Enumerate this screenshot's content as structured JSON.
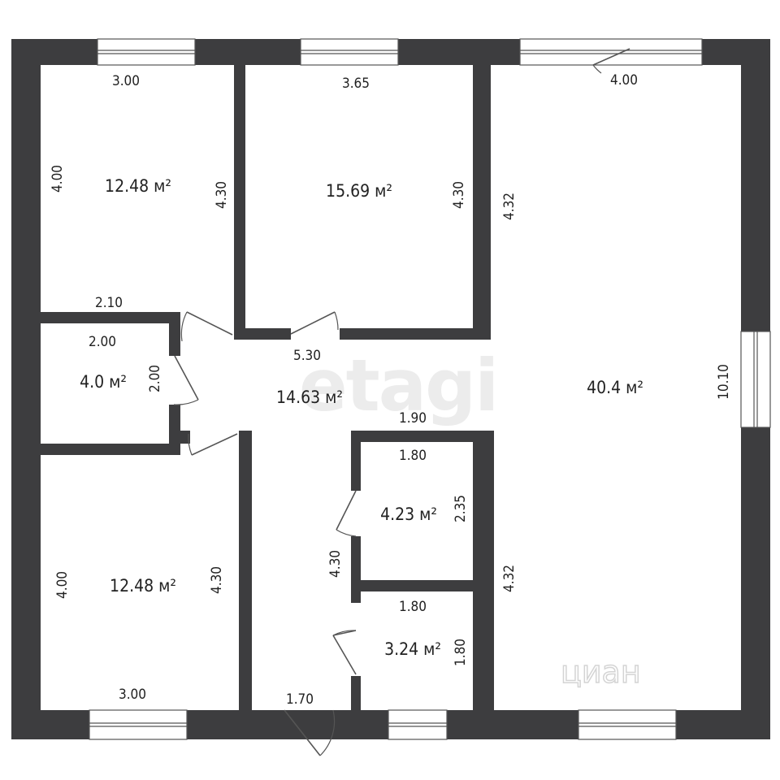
{
  "watermarks": {
    "etagi": "etagi",
    "cian": "циан"
  },
  "rooms": [
    {
      "id": "bedroom-top-left",
      "area": "12.48 м²"
    },
    {
      "id": "bedroom-top-middle",
      "area": "15.69 м²"
    },
    {
      "id": "living-right",
      "area": "40.4 м²"
    },
    {
      "id": "storage-left",
      "area": "4.0 м²"
    },
    {
      "id": "hallway",
      "area": "14.63 м²"
    },
    {
      "id": "bathroom-upper",
      "area": "4.23 м²"
    },
    {
      "id": "bathroom-lower",
      "area": "3.24 м²"
    },
    {
      "id": "bedroom-bottom-left",
      "area": "12.48 м²"
    }
  ],
  "dimensions": [
    {
      "id": "tl-top",
      "label": "3.00"
    },
    {
      "id": "tl-left",
      "label": "4.00"
    },
    {
      "id": "tl-right",
      "label": "4.30"
    },
    {
      "id": "tl-bottom",
      "label": "2.10"
    },
    {
      "id": "tm-top",
      "label": "3.65"
    },
    {
      "id": "tm-right",
      "label": "4.30"
    },
    {
      "id": "liv-top",
      "label": "4.00"
    },
    {
      "id": "liv-left-upper",
      "label": "4.32"
    },
    {
      "id": "liv-right",
      "label": "10.10"
    },
    {
      "id": "liv-left-lower",
      "label": "4.32"
    },
    {
      "id": "st-top",
      "label": "2.00"
    },
    {
      "id": "st-right",
      "label": "2.00"
    },
    {
      "id": "hall-top",
      "label": "5.30"
    },
    {
      "id": "hall-mid",
      "label": "1.90"
    },
    {
      "id": "hall-left",
      "label": "4.30"
    },
    {
      "id": "hall-bottom",
      "label": "1.70"
    },
    {
      "id": "bu-top",
      "label": "1.80"
    },
    {
      "id": "bu-right",
      "label": "2.35"
    },
    {
      "id": "bl-top",
      "label": "1.80"
    },
    {
      "id": "bl-right",
      "label": "1.80"
    },
    {
      "id": "bb-left",
      "label": "4.00"
    },
    {
      "id": "bb-right",
      "label": "4.30"
    },
    {
      "id": "bb-bottom",
      "label": "3.00"
    }
  ]
}
